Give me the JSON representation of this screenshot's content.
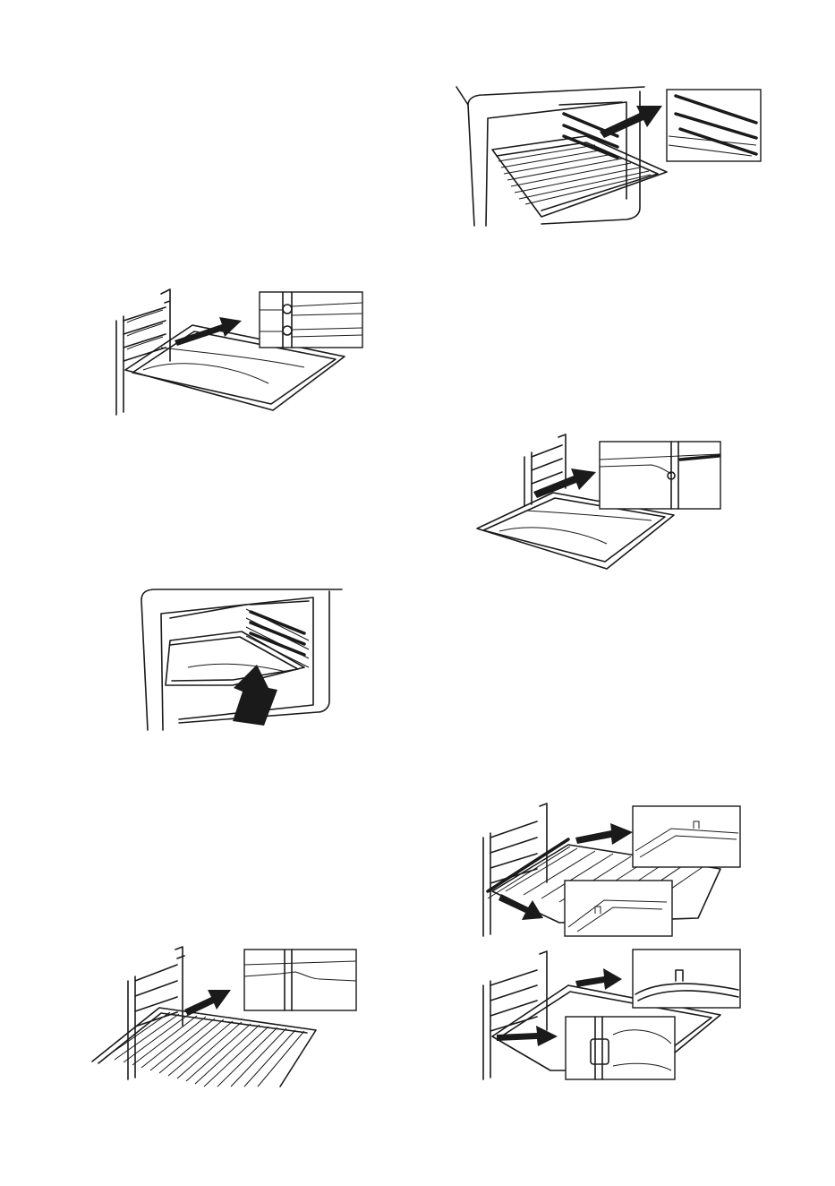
{
  "page": {
    "figures": [
      {
        "id": "tray-on-rack-left",
        "icon": "baking-tray-on-side-rack-illustration"
      },
      {
        "id": "tray-into-oven",
        "icon": "oven-tray-insertion-illustration"
      },
      {
        "id": "grill-on-rack",
        "icon": "wire-grill-on-side-rack-illustration"
      },
      {
        "id": "grill-into-oven",
        "icon": "oven-wire-grill-insertion-illustration"
      },
      {
        "id": "tray-on-rack-right",
        "icon": "baking-tray-on-side-rack-illustration"
      },
      {
        "id": "grill-and-tray-stops",
        "icon": "wire-grill-and-tray-safety-stop-illustration"
      }
    ],
    "colors": {
      "line": "#1a1a1a",
      "background": "#ffffff"
    }
  }
}
